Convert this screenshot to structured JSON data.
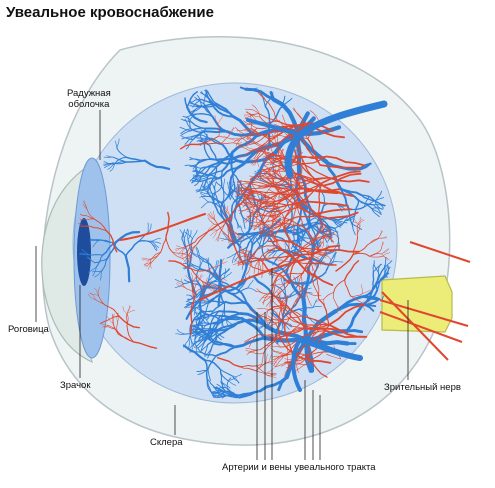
{
  "title": "Увеальное кровоснабжение",
  "labels": {
    "iris_line1": "Радужная",
    "iris_line2": "оболочка",
    "cornea": "Роговица",
    "pupil": "Зрачок",
    "sclera": "Склера",
    "vessels": "Артерии и вены увеального тракта",
    "optic_nerve": "Зрительный нерв"
  },
  "colors": {
    "vein": "#2f7fd6",
    "artery": "#e0472e",
    "sclera": "#eef3f4",
    "choroid": "#cfe0f4",
    "nerve": "#ecec78",
    "cornea": "#dfeae6"
  }
}
